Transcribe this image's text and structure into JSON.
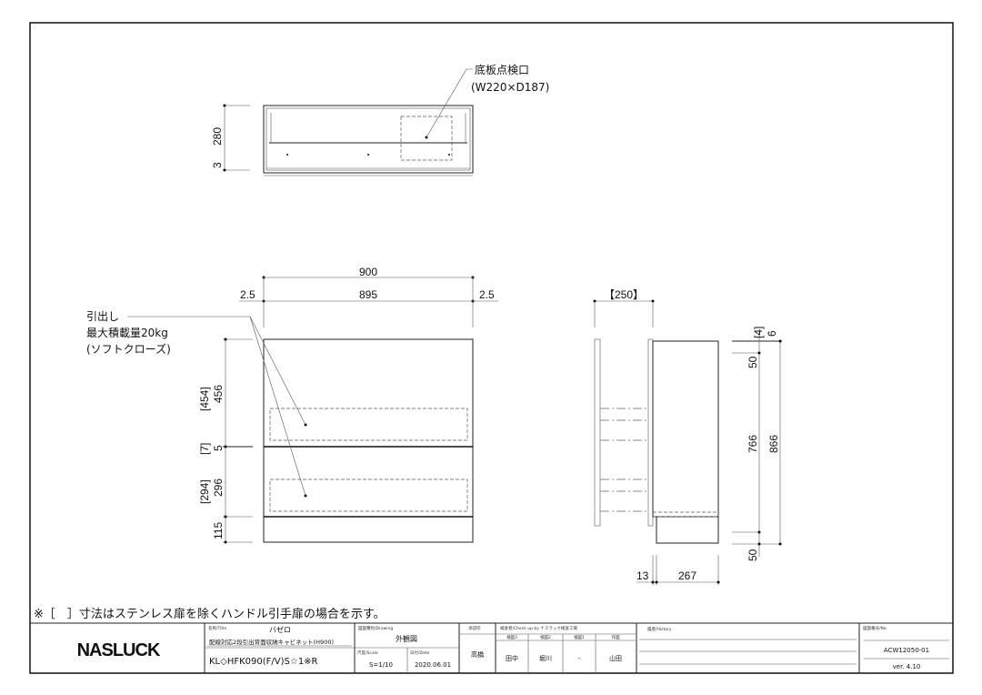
{
  "top_view": {
    "callout_title": "底板点検口",
    "callout_size": "(W220×D187)",
    "dim_height": "280",
    "dim_bottom": "3"
  },
  "front_view": {
    "dim_total_width": "900",
    "dim_inner_width": "895",
    "dim_left_gap": "2.5",
    "dim_right_gap": "2.5",
    "callout_lines": [
      "引出し",
      "最大積載量20kg",
      "(ソフトクローズ)"
    ],
    "dim_upper": "456",
    "dim_upper_alt": "[454]",
    "dim_gap": "5",
    "dim_gap_alt": "[7]",
    "dim_lower": "296",
    "dim_lower_alt": "[294]",
    "dim_base": "115"
  },
  "side_view": {
    "dim_open": "【250】",
    "dim_top_alt": "[4]",
    "dim_top": "6",
    "dim_upper_margin": "50",
    "dim_mid": "766",
    "dim_total": "866",
    "dim_lower_margin": "50",
    "dim_door": "13",
    "dim_depth": "267"
  },
  "note": "※［　］寸法はステンレス扉を除くハンドル引手扉の場合を示す。",
  "title_block": {
    "logo": "NASLUCK",
    "title_label": "名称/Title",
    "title": "バゼロ",
    "subtitle": "配線対応2段引出背面収納キャビネット(H900)",
    "model": "KL◇HFK090(F/V)S☆1※R",
    "drawing_label": "図面種別/Drawing",
    "drawing": "外観図",
    "scale_label": "尺度/Scale",
    "scale": "S=1/10",
    "date_label": "日付/Date",
    "date": "2020.06.01",
    "approval_label": "承認印",
    "approval": "高橋",
    "check_label": "検査者/Check up by ナスラック検査工場",
    "check_cols": [
      "検図3",
      "検図2",
      "検図1",
      "作図"
    ],
    "check_names": [
      "田中",
      "堀川",
      "-",
      "山田"
    ],
    "history_label": "履歴/History",
    "number_label": "図面番号/No.",
    "number": "ACW12050-01",
    "version": "ver. 4.10"
  }
}
